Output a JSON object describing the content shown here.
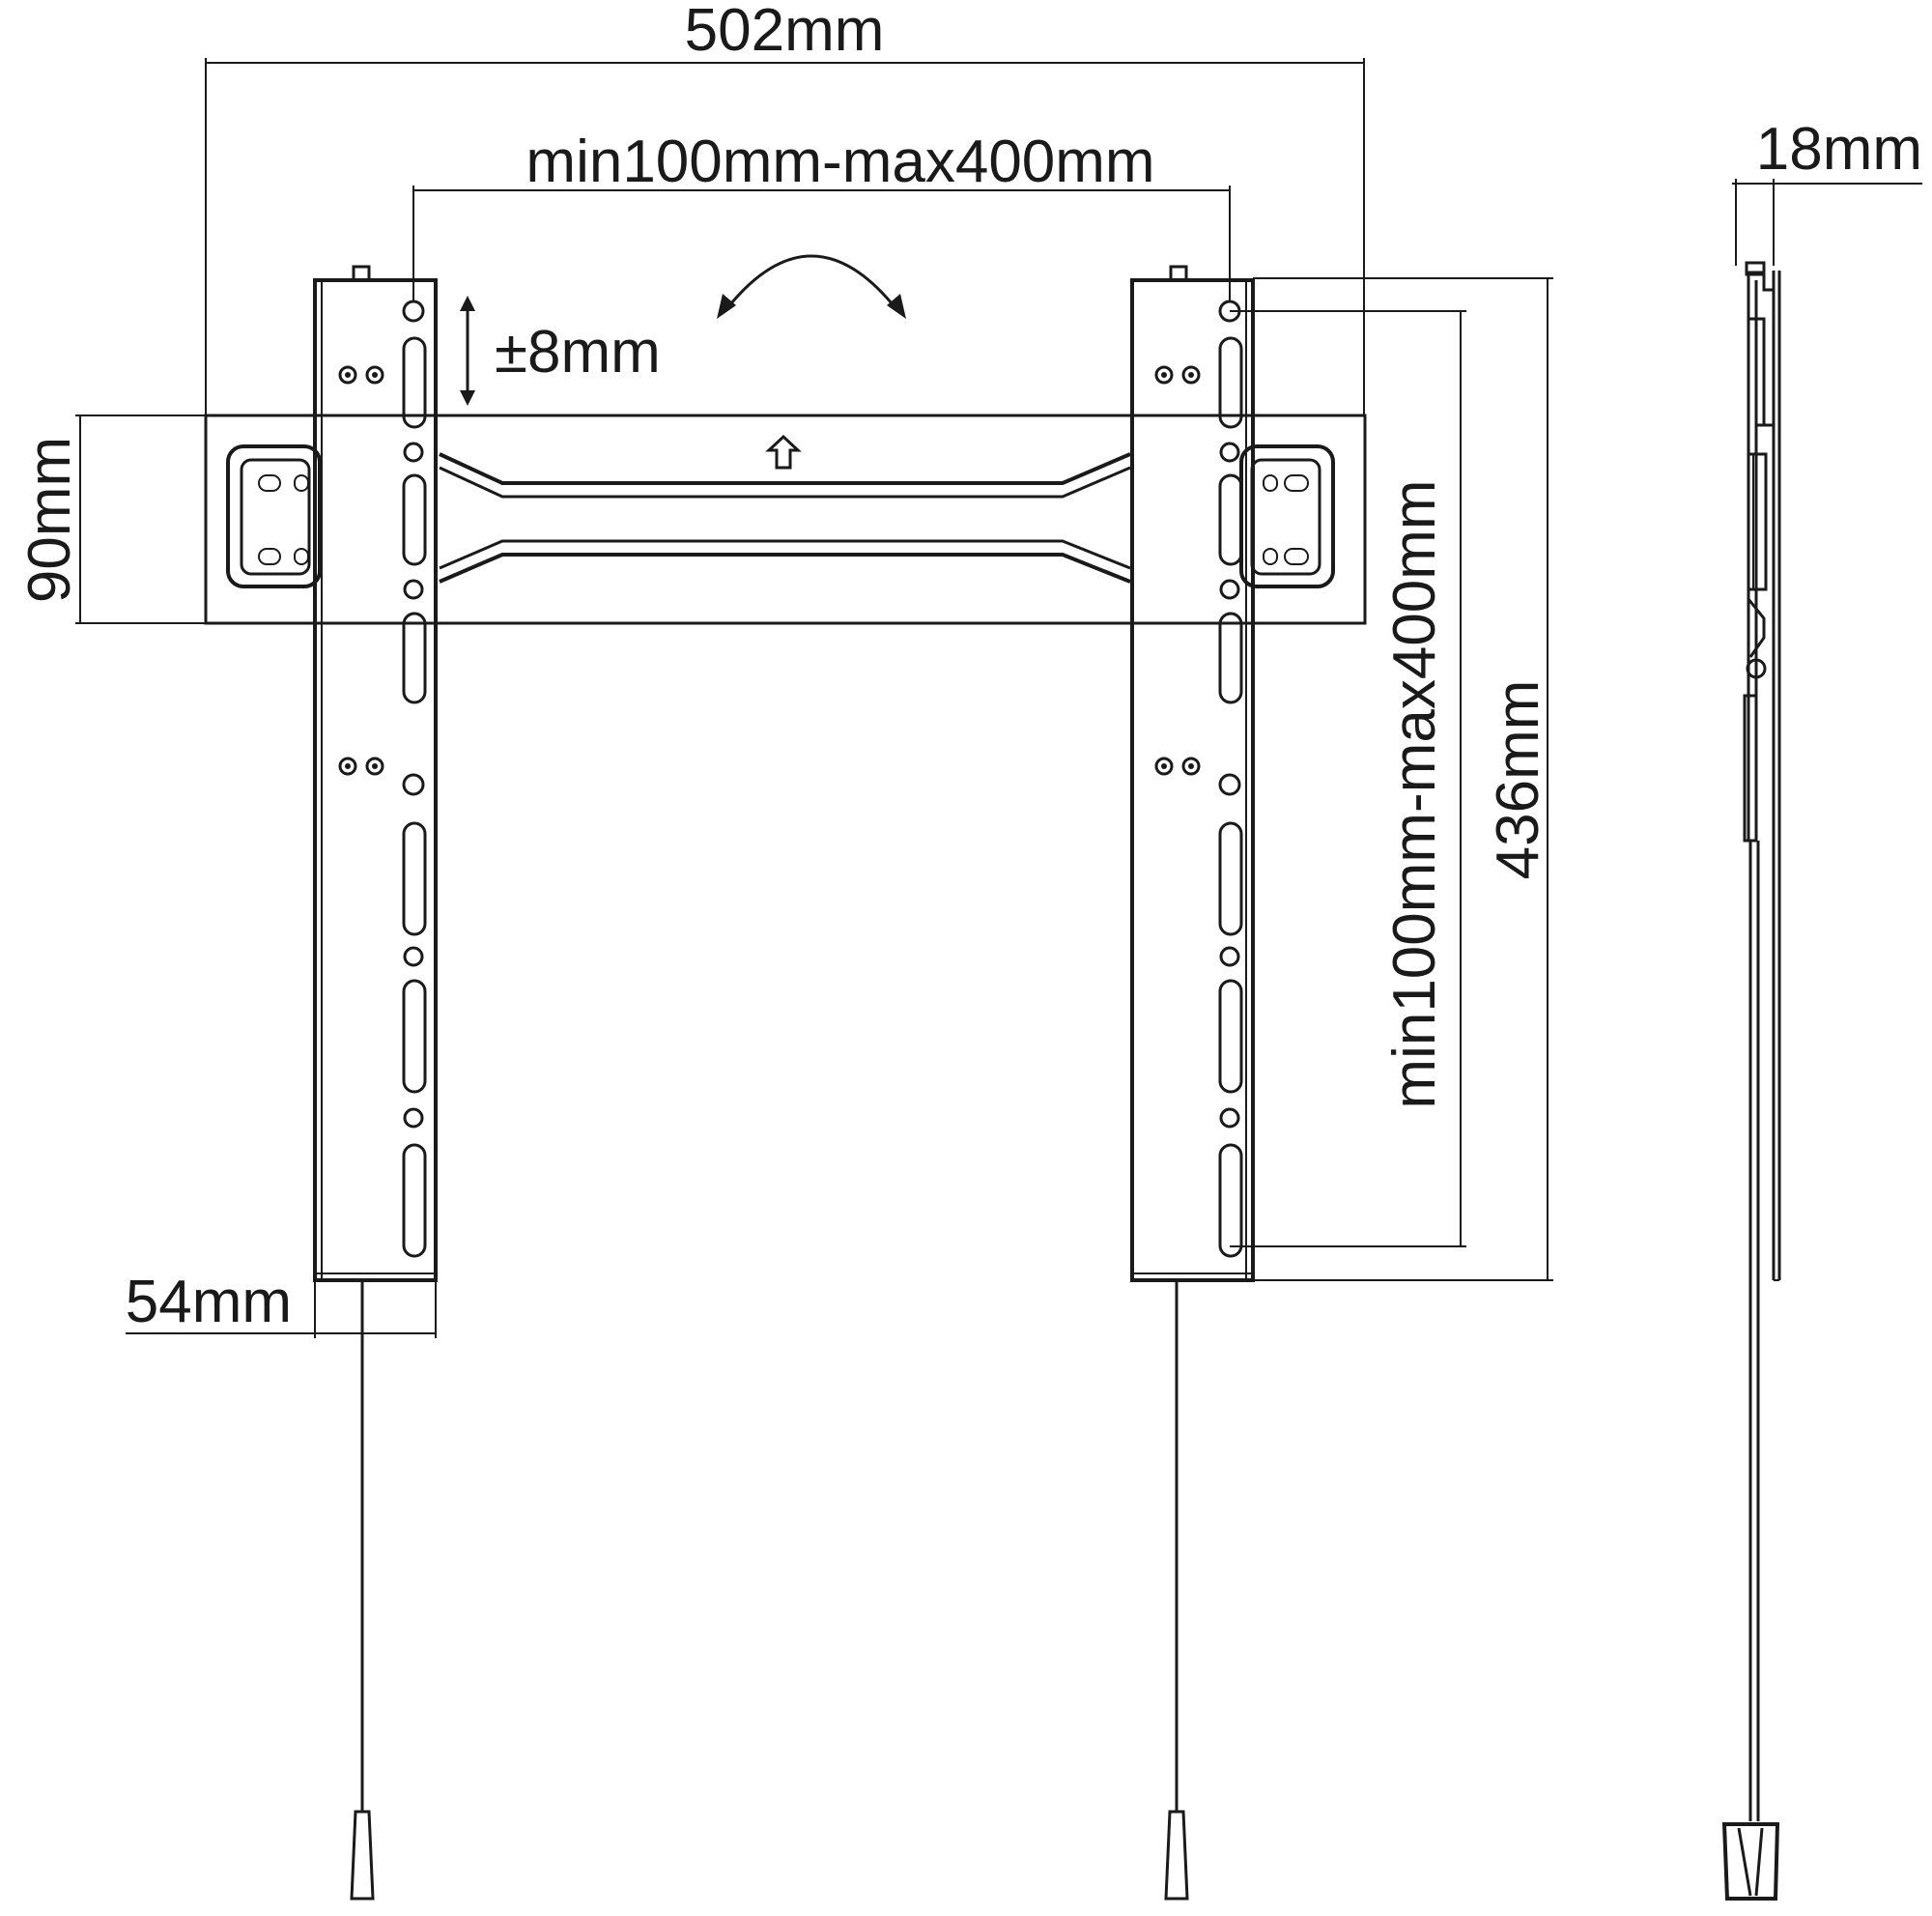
{
  "dimensions": {
    "overall_width": "502mm",
    "vesa_horizontal": "min100mm-max400mm",
    "tilt_adjust": "±8mm",
    "wall_plate_height": "90mm",
    "vesa_vertical": "min100mm-max400mm",
    "arm_length": "436mm",
    "arm_width": "54mm",
    "profile_depth": "18mm"
  },
  "colors": {
    "line": "#1a1a1a",
    "background": "#ffffff"
  }
}
